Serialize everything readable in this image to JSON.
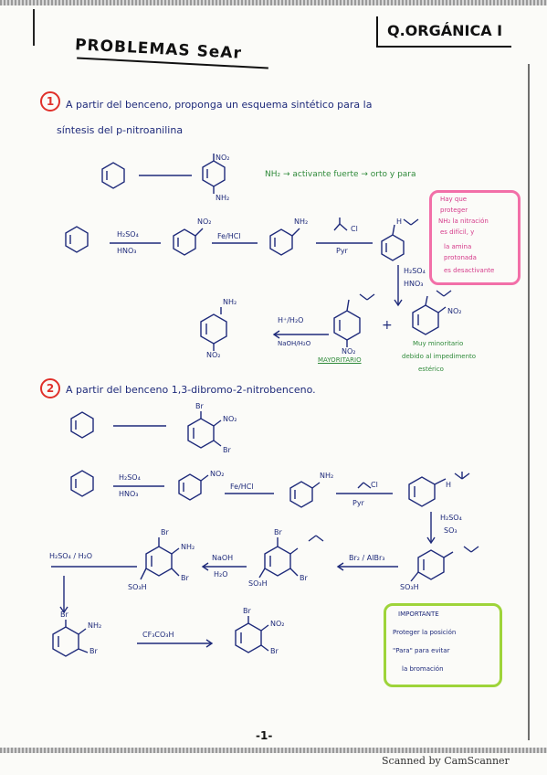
{
  "header": {
    "title": "PROBLEMAS SeAr",
    "course": "Q.ORGÁNICA I"
  },
  "problem1": {
    "number": "1",
    "statement_line1": "A partir del benceno, proponga un esquema sintético para la",
    "statement_line2": "síntesis del p-nitroanilina",
    "target_sub1": "NO₂",
    "target_sub2": "NH₂",
    "note": "NH₂ → activante fuerte → orto y para",
    "reagent1_top": "H₂SO₄",
    "reagent1_bottom": "HNO₃",
    "product1_sub": "NO₂",
    "reagent2_top": "Fe/HCl",
    "product2_sub": "NH₂",
    "acyl_label": "Cl",
    "reagent3_bottom": "Pyr",
    "amide_label": "H",
    "reagent4_top": "H₂SO₄",
    "reagent4_bottom": "HNO₃",
    "pink_note": [
      "Hay que",
      "proteger",
      "NH₂ la nitración",
      "es difícil, y",
      "la amina",
      "protonada",
      "es desactivante"
    ],
    "final_sub1": "NH₂",
    "final_sub2": "NO₂",
    "hydrolysis_top": "H⁺/H₂O",
    "hydrolysis_bottom": "NaOH/H₂O",
    "para_sub": "NO₂",
    "ortho_sub": "NO₂",
    "plus": "+",
    "mayoritario": "MAYORITARIO",
    "minor_note": [
      "Muy minoritario",
      "debido al impedimento",
      "estérico"
    ]
  },
  "problem2": {
    "number": "2",
    "statement": "A partir del benceno 1,3-dibromo-2-nitrobenceno.",
    "target_sub_br1": "Br",
    "target_sub_no2": "NO₂",
    "target_sub_br2": "Br",
    "reagent1_top": "H₂SO₄",
    "reagent1_bottom": "HNO₃",
    "p1_sub": "NO₂",
    "reagent2": "Fe/HCl",
    "p2_sub": "NH₂",
    "acyl": "Cl",
    "pyr": "Pyr",
    "amide_h": "H",
    "reagent4_top": "H₂SO₄",
    "reagent4_bottom": "SO₃",
    "so3h": "SO₃H",
    "reagent5": "Br₂ / AlBr₃",
    "br_a": "Br",
    "br_b": "Br",
    "reagent6_top": "NaOH",
    "reagent6_bottom": "H₂O",
    "nh2": "NH₂",
    "reagent7": "H₂SO₄ / H₂O",
    "reagent8": "CF₃CO₃H",
    "final_no2": "NO₂",
    "green_note": [
      "IMPORTANTE",
      "Proteger la posición",
      "\"Para\" para evitar",
      "la bromación"
    ]
  },
  "page_number": "-1-",
  "footer": "Scanned by CamScanner"
}
